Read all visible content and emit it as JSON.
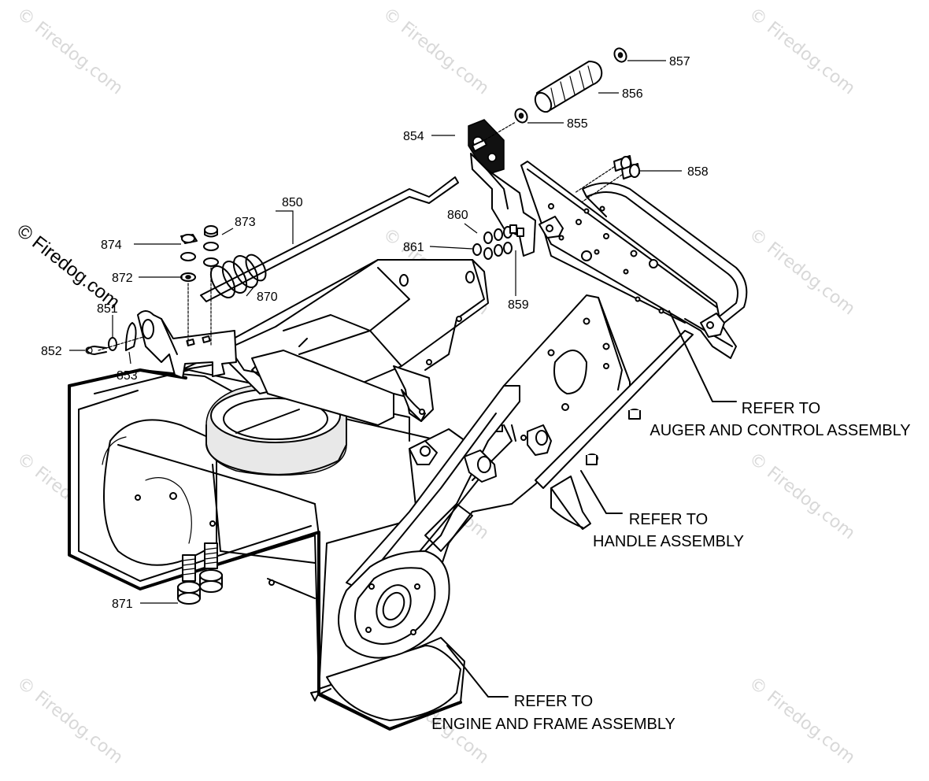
{
  "watermark": {
    "text": "© Firedog.com",
    "prominent_text": "© Firedog.com"
  },
  "callouts": {
    "p850": "850",
    "p851": "851",
    "p852": "852",
    "p853": "853",
    "p854": "854",
    "p855": "855",
    "p856": "856",
    "p857": "857",
    "p858": "858",
    "p859": "859",
    "p860": "860",
    "p861": "861",
    "p870": "870",
    "p871": "871",
    "p872": "872",
    "p873": "873",
    "p874": "874"
  },
  "references": {
    "auger": {
      "line1": "REFER TO",
      "line2": "AUGER AND CONTROL ASSEMBLY"
    },
    "handle": {
      "line1": "REFER TO",
      "line2": "HANDLE ASSEMBLY"
    },
    "engine": {
      "line1": "REFER TO",
      "line2": "ENGINE AND FRAME ASSEMBLY"
    }
  }
}
